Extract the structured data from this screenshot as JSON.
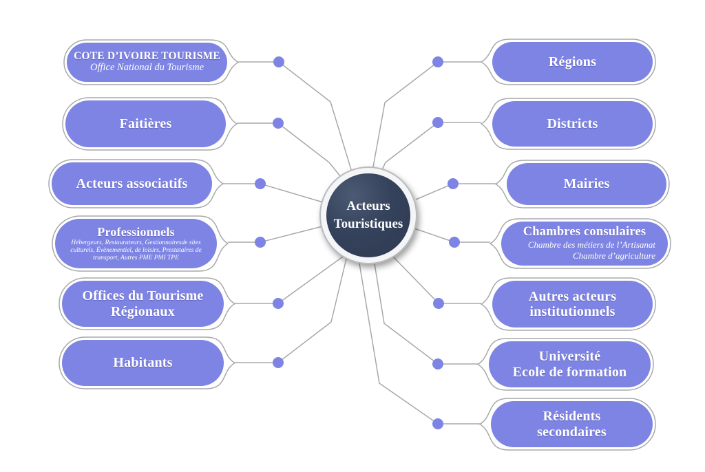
{
  "diagram": {
    "center": {
      "lines": [
        "Acteurs",
        "Touristiques"
      ]
    },
    "left_nodes": [
      {
        "lines": [
          "COTE D’IVOIRE TOURISME"
        ],
        "subtitle": "Office National du Tourisme"
      },
      {
        "lines": [
          "Faitières"
        ]
      },
      {
        "lines": [
          "Acteurs associatifs"
        ]
      },
      {
        "lines": [
          "Professionnels"
        ],
        "subtitle": "Hébergeurs, Restaurateurs, Gestionnairesde sites culturels, Évènementiel, de loisirs, Prestataires de transport, Autres PME PMI TPE"
      },
      {
        "lines": [
          "Offices du Tourisme",
          "Régionaux"
        ]
      },
      {
        "lines": [
          "Habitants"
        ]
      }
    ],
    "right_nodes": [
      {
        "lines": [
          "Régions"
        ]
      },
      {
        "lines": [
          "Districts"
        ]
      },
      {
        "lines": [
          "Mairies"
        ]
      },
      {
        "lines": [
          "Chambres consulaires"
        ],
        "subtitle_lines": [
          "Chambre des métiers de l’Artisanat",
          "Chambre d’agriculture"
        ]
      },
      {
        "lines": [
          "Autres acteurs",
          "institutionnels"
        ]
      },
      {
        "lines": [
          "Université",
          "Ecole de formation"
        ]
      },
      {
        "lines": [
          "Résidents",
          "secondaires"
        ]
      }
    ],
    "colors": {
      "accent": "#7E84E3",
      "node_text": "#FFFFFF",
      "connector": "#A7A8AB",
      "center_fill": "#2E3A50",
      "center_ring": "#B9BCBF"
    }
  }
}
